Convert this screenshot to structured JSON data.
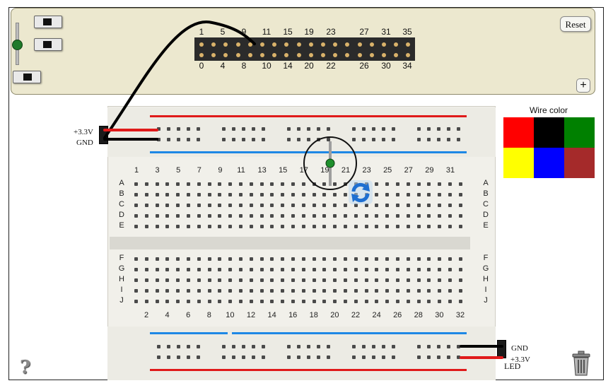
{
  "header": {
    "pins_top": [
      "1",
      "5",
      "9",
      "11",
      "15",
      "19",
      "23",
      "27",
      "31",
      "35"
    ],
    "pins_bottom": [
      "0",
      "4",
      "8",
      "10",
      "14",
      "20",
      "22",
      "26",
      "30",
      "34"
    ],
    "reset_label": "Reset",
    "expand_label": "+"
  },
  "breadboard": {
    "top_numbers": [
      "1",
      "3",
      "5",
      "7",
      "9",
      "11",
      "13",
      "15",
      "17",
      "19",
      "21",
      "23",
      "25",
      "27",
      "29",
      "31"
    ],
    "bottom_numbers": [
      "2",
      "4",
      "6",
      "8",
      "10",
      "12",
      "14",
      "16",
      "18",
      "20",
      "22",
      "24",
      "26",
      "28",
      "30",
      "32"
    ],
    "rows_upper": [
      "A",
      "B",
      "C",
      "D",
      "E"
    ],
    "rows_lower": [
      "F",
      "G",
      "H",
      "I",
      "J"
    ]
  },
  "power": {
    "top_plus": "+3.3V",
    "top_gnd": "GND",
    "bottom_gnd": "GND",
    "bottom_plus": "+3.3V",
    "bottom_led": "LED"
  },
  "wire_color": {
    "title": "Wire color",
    "colors": [
      "#ff0000",
      "#000000",
      "#008000",
      "#ffff00",
      "#0000ff",
      "#a52a2a"
    ]
  },
  "icons": {
    "help": "?",
    "trash": "trash-icon",
    "rotate": "rotate-icon"
  }
}
